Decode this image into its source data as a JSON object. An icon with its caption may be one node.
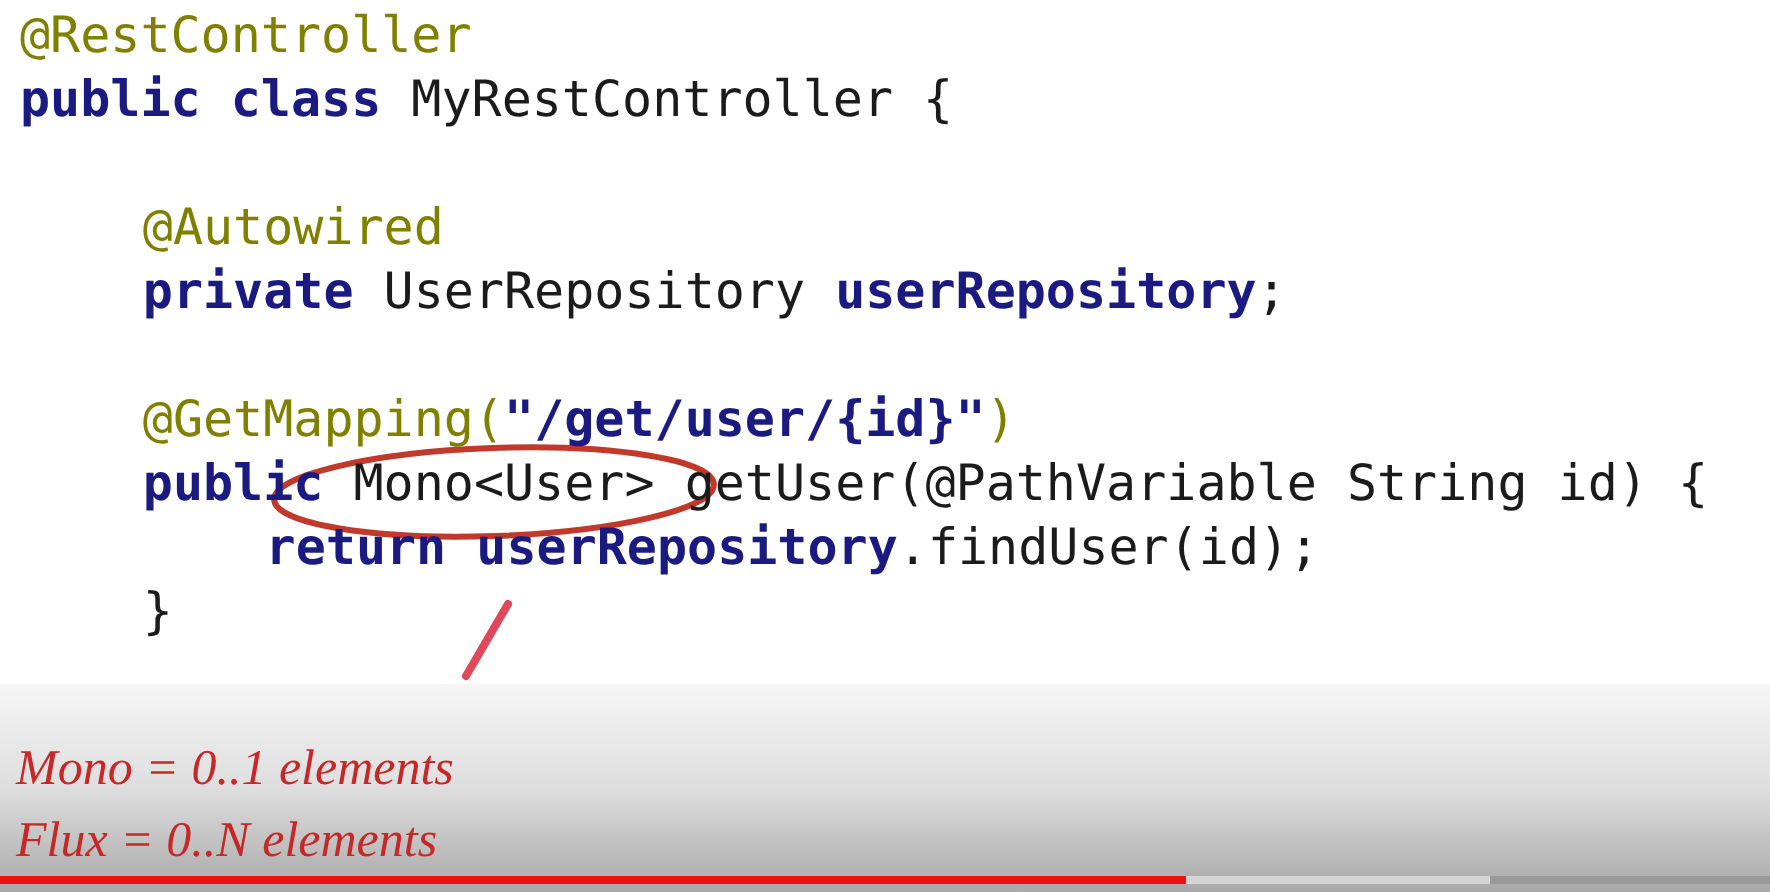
{
  "diagram": {
    "nodes": [
      {
        "text": [],
        "shape": "ellipse"
      }
    ],
    "labels": [
      "@RestController",
      "**public class** MyRestController {",
      "@Autowired",
      "**private** UserRepository **userRepository**;",
      "@GetMapping(**\"/get/user/{id}\"**)",
      "**public** Mono<User> getUser(@PathVariable String id) {",
      "**return** **userRepository**.findUser(id);",
      "}",
      "Mono = 0..1 elements",
      "Flux = 0..N elements"
    ]
  }
}
